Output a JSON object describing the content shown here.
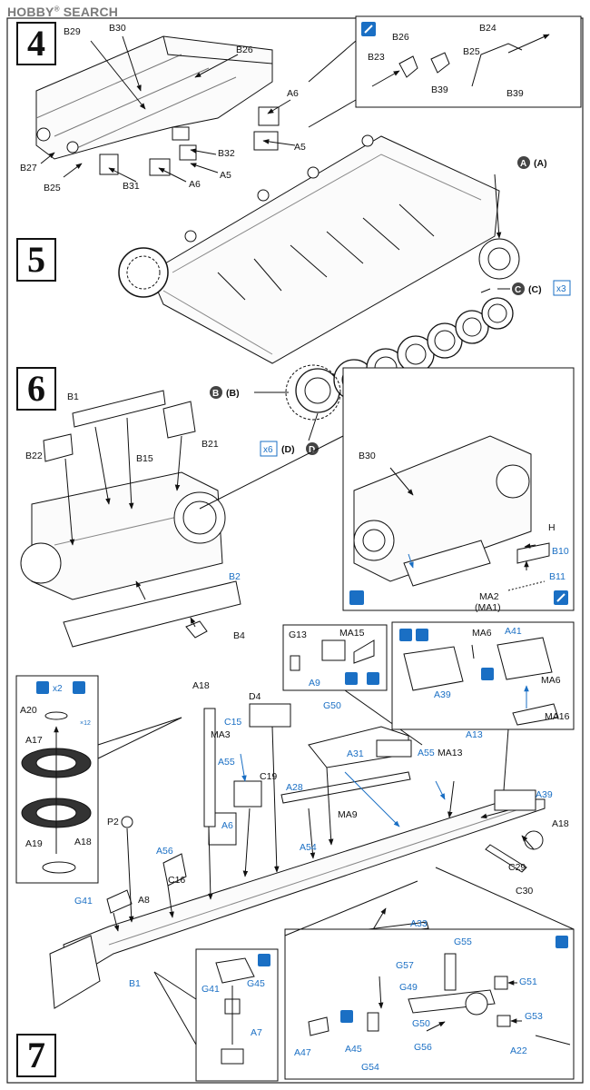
{
  "watermark": {
    "brand": "HOBBY",
    "reg": "®",
    "site": "SEARCH"
  },
  "steps": [
    {
      "number": "4"
    },
    {
      "number": "5"
    },
    {
      "number": "6"
    },
    {
      "number": "7"
    }
  ],
  "step4": {
    "labels": [
      "B29",
      "B30",
      "B26",
      "A6",
      "A5",
      "B32",
      "A5",
      "A6",
      "B31",
      "B25",
      "B27"
    ],
    "detail": {
      "labels": [
        "B26",
        "B24",
        "B23",
        "B25",
        "B39",
        "B39"
      ]
    }
  },
  "step5": {
    "callouts": [
      {
        "letter": "A",
        "paren": "(A)"
      },
      {
        "letter": "C",
        "paren": "(C)",
        "multiplier": "x3"
      },
      {
        "letter": "B",
        "paren": "(B)"
      },
      {
        "letter": "D",
        "paren": "(D)",
        "multiplier": "x6"
      }
    ]
  },
  "step6": {
    "labels": [
      "B1",
      "B22",
      "B21",
      "B15",
      "B2",
      "B4"
    ],
    "detail": {
      "labels": [
        "B30",
        "H",
        "B10",
        "B11",
        "MA2",
        "(MA1)"
      ]
    }
  },
  "step7": {
    "labels": [
      "A18",
      "D4",
      "C15",
      "MA3",
      "A55",
      "C19",
      "A28",
      "G50",
      "A31",
      "A55",
      "MA13",
      "A13",
      "MA9",
      "A6",
      "A54",
      "P2",
      "A56",
      "C16",
      "A8",
      "G41",
      "B1",
      "A33",
      "C29",
      "C30",
      "A39",
      "A18"
    ],
    "wheel_detail": {
      "labels": [
        "A20",
        "A17",
        "A19",
        "A18"
      ],
      "multiplier": "x2",
      "mini": "×12"
    },
    "g13_detail": {
      "labels": [
        "G13",
        "MA15",
        "A9"
      ]
    },
    "mask_detail": {
      "labels": [
        "MA6",
        "A41",
        "A39",
        "MA6",
        "MA16"
      ]
    },
    "g41_detail": {
      "labels": [
        "G41",
        "G45",
        "A7"
      ]
    },
    "tow_detail": {
      "labels": [
        "G55",
        "G57",
        "G49",
        "G51",
        "G50",
        "G53",
        "A47",
        "A45",
        "G54",
        "G56",
        "A22"
      ]
    }
  }
}
